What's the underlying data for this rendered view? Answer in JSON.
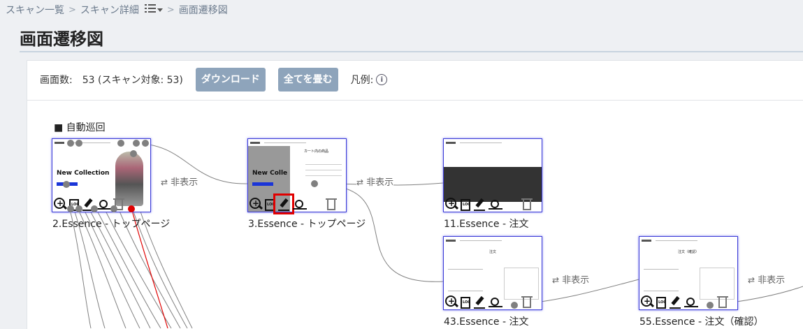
{
  "breadcrumb": {
    "items": [
      "スキャン一覧",
      "スキャン詳細",
      "画面遷移図"
    ]
  },
  "page": {
    "title": "画面遷移図"
  },
  "toolbar": {
    "screen_count_label": "画面数:",
    "screen_count_value": "53 (スキャン対象: 53)",
    "download_label": "ダウンロード",
    "collapse_all_label": "全てを畳む",
    "legend_label": "凡例:"
  },
  "group": {
    "label": "■ 自動巡回"
  },
  "nodes": [
    {
      "label": "2.Essence - トップページ",
      "thumb_headline": "New Collection"
    },
    {
      "label": "3.Essence - トップページ",
      "thumb_headline": "New Colle",
      "thumb_side": "カート内の商品"
    },
    {
      "label": "11.Essence - 注文"
    },
    {
      "label": "43.Essence - 注文",
      "thumb_headline": "注文"
    },
    {
      "label": "55.Essence - 注文（確認）",
      "thumb_headline": "注文（確認）"
    }
  ],
  "hidden_label": "非表示",
  "colors": {
    "accent": "#8ea4bb",
    "node_border": "#3b3bd6",
    "selected": "#e00000"
  }
}
